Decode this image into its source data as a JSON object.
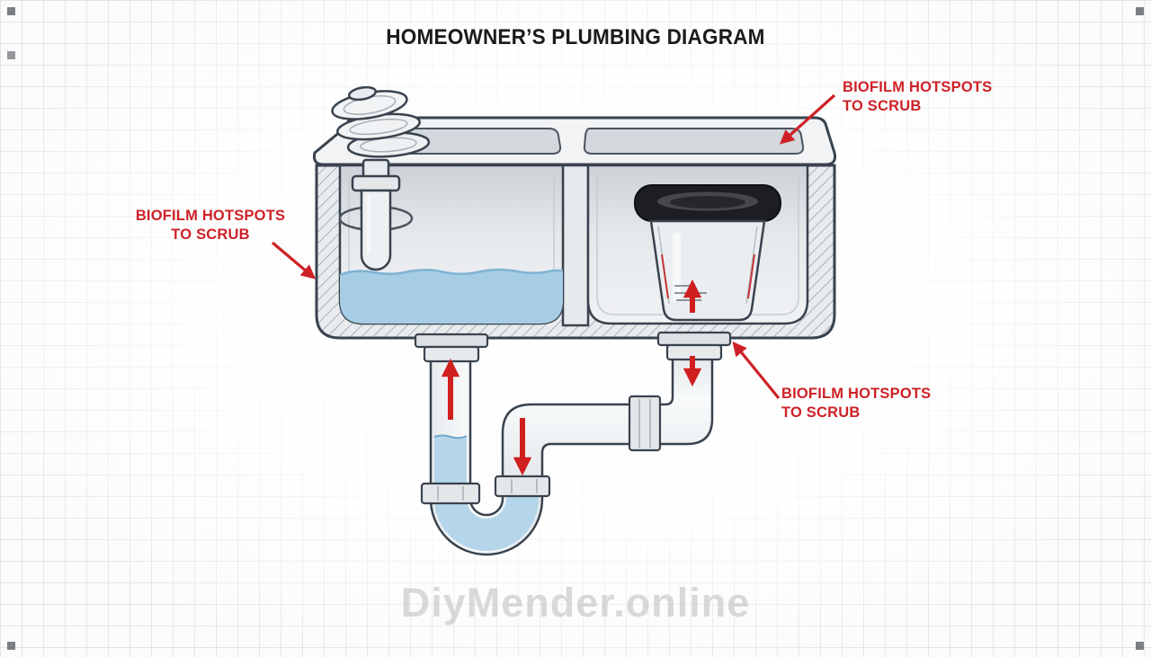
{
  "title": "HOMEOWNER’S PLUMBING DIAGRAM",
  "watermark": "DiyMender.online",
  "annotations": {
    "left": {
      "line1": "BIOFILM HOTSPOTS",
      "line2": "TO SCRUB"
    },
    "top_right": {
      "line1": "BIOFILM HOTSPOTS",
      "line2": "TO SCRUB"
    },
    "bottom_right": {
      "line1": "BIOFILM HOTSPOTS",
      "line2": "TO SCRUB"
    }
  },
  "colors": {
    "annotation_red": "#ce2127",
    "flow_red": "#d01f1f",
    "outline": "#39434e",
    "water": "#a6cde4",
    "pipe_water": "#b5d6ea",
    "title_color": "#1b1b1d",
    "watermark_gray": "#b9bcbf"
  }
}
